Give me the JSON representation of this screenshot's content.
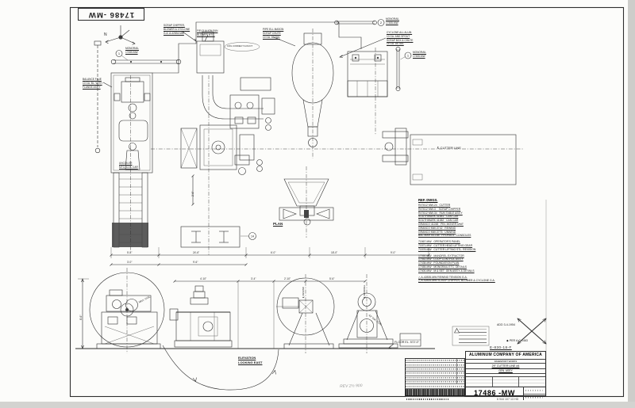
{
  "sheet": {
    "drawing_number": "17486 -MW",
    "compass_n": "N"
  },
  "plan": {
    "label": "PLAN",
    "cutter_line": "℄ CUTTER LINE",
    "uncoiler_line1": "UNCOILER",
    "uncoiler_line2": "MTG. COIL CAR",
    "cod_label": "COIL CONNECT & DUCT"
  },
  "notes": {
    "scrap1": "SCRAP CHIPPER,",
    "scrap2": "BLOWER & CYCLONE",
    "scrap3": "G.A. A-42834-MW",
    "monorail": "MONORAIL",
    "monorail_dwg": "17455-MW",
    "balloon_1": "1",
    "balloon_2": "2",
    "balloon_14": "14",
    "balance1": "BALANCE FLUE",
    "balance2": "10 GA. BL. WITH",
    "balance3": "FLANGE ASS'Y",
    "fan1": "FIELD ALIGN FAN",
    "fan2": "BLOWER MTG.",
    "pipe1": "PIPE ELL MASON",
    "pipe2": "SCRAP CHUTE",
    "pipe3": "10 GA. DETAIL",
    "cyclone1": "CYCLONE ALL ALUM.",
    "cyclone2": "10 GA. AND SPOUT",
    "cyclone3": "SCRAP BOX & CHUTE",
    "cyclone4": "14 GA. DETAIL"
  },
  "elevation": {
    "label1": "ELEVATION",
    "label2": "LOOKING EAST",
    "floor": "FLOOR EL. 572'-0\"",
    "cl_rewind": "℄ REWIND",
    "cl_mandrel": "℄ MANDREL",
    "coil_dia": "42\" DIA. COIL",
    "max_coil": "MAX. COIL"
  },
  "dims": {
    "d1": "5'-8\"",
    "d2": "24'-6\"",
    "d3": "6'-0\"",
    "d4": "18'-0\"",
    "d5": "9'-0\"",
    "d6": "3'-0\"",
    "d7": "9'-6\"",
    "d8": "4'-10\"",
    "d9": "3'-4\"",
    "d10": "2'-10\"",
    "d11": "5'-6\"",
    "d12": "8'-6\"",
    "d13": "2'-6\""
  },
  "refdwgs": {
    "title": "REF. DWGS.",
    "items": [
      "R47612 MW-24   CUTTER",
      "R47612 MW-3    SCRAP CHIPPER",
      "R47612 MW-34   RUN TABLE ASS'Y",
      "SOUTHWARK 41581   CAN CAR",
      "SOUTHWARK 41382   CAN CAR",
      "GRANCO 41248   PIN. MOVER UNIT",
      "GRANCO MW-3742   REWIND",
      "GRANCO MW-3776   UNWIND",
      "BAL-MAR 54-158   HYDRAUL. CONSOLES",
      "71567-MW   OPERATOR'S PANEL",
      "71571-MW   CUTTER HEAD LIFTING GEAR",
      "71578-MW   CUTTER LIFTING STL. REVISION",
      "17050-MW   MANDREL EXTRACTOR",
      "17452-MW   LOOP CONTROL ASS'Y",
      "17438-MW   FOUNDATION PLAN",
      "17455-MW   MONORAIL ETC. DETAILS",
      "17400-MW   M & SET  GEN ASS'Y & DETAILS",
      "△ A-42835-MW REWIND TENSION G.A.",
      "△ A-42834-MW SCRAP CHIPPER, BLOWER & CYCLONE G.A."
    ]
  },
  "stamps": {
    "add_date": "ADD 3-4-1954",
    "per": "◆ PER A.C.1463",
    "file_ref": "E-830-18-F",
    "print_no": "6 944 107 13 HD",
    "handwriting": "REV 2½ 900"
  },
  "titleblock": {
    "company": "ALUMINUM COMPANY OF AMERICA",
    "works": "DAVENPORT WORKS",
    "project": "29\" CUTTER LINE #4",
    "sheet_title": "GEN. ASS'Y",
    "number": "17486 -MW"
  }
}
